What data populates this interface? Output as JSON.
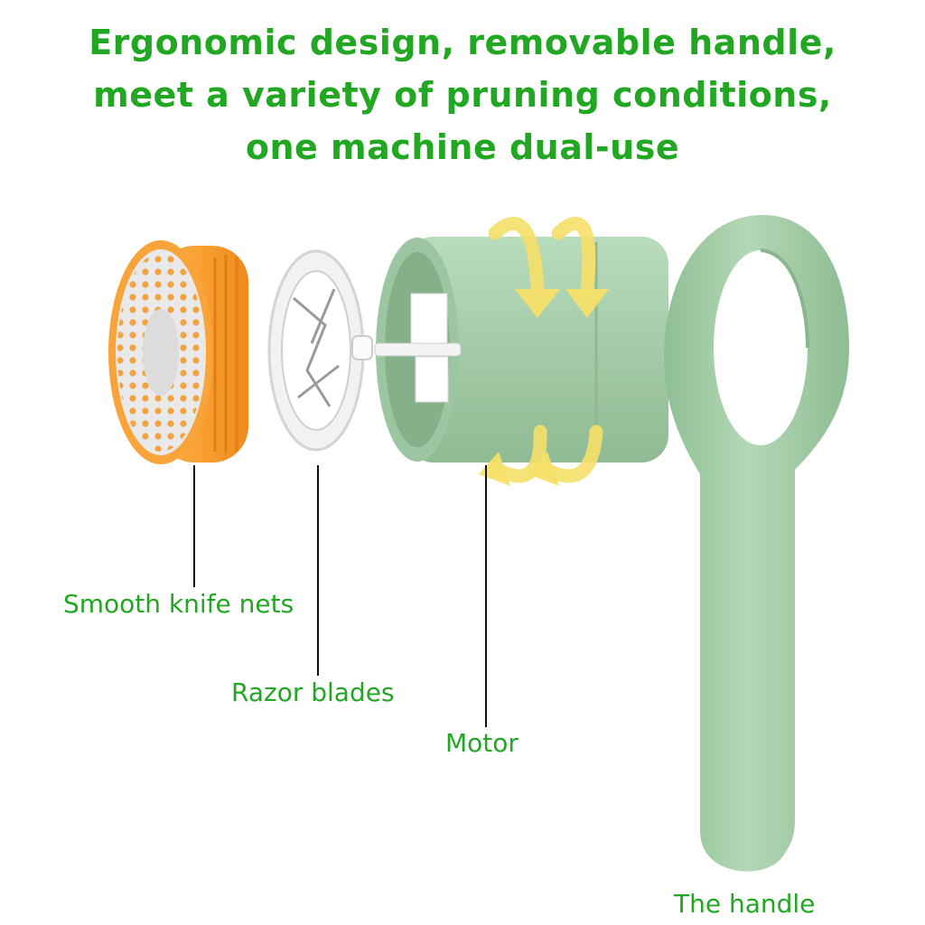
{
  "headline": {
    "line1": "Ergonomic design, removable handle,",
    "line2": "meet a variety of pruning conditions,",
    "line3": "one machine dual-use"
  },
  "parts": {
    "knife_nets": "Smooth knife nets",
    "razor_blades": "Razor blades",
    "motor": "Motor",
    "handle": "The handle"
  },
  "colors": {
    "headline_green": "#22a722",
    "body_green": "#9fc9a4",
    "net_orange": "#f6a23a",
    "arrow_yellow": "#f6e06a"
  }
}
